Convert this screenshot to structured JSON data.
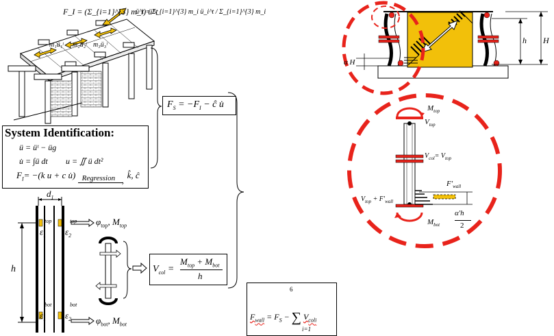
{
  "inertia_force": {
    "fi_formula": "F_I = (Σ_{i=1}^{3} m_i) ü^t",
    "ut_formula": "ü^t = Σ_{i=1}^{3} m_i ü_i^t / Σ_{i=1}^{3} m_i",
    "mass_labels": [
      "m₁ü₁ᵗ",
      "m₂ü₂ᵗ",
      "m₃ü₃ᵗ"
    ]
  },
  "system_identification": {
    "title": "System Identification:",
    "line1": "ü = üᵗ − üg",
    "line2a": "u̇ = ∫ü dt",
    "line2b": "u = ∬ ü dt²",
    "line3_left": "F",
    "line3_sub": "I",
    "line3_right": "= −(k u + c u̇)",
    "line3_arrow_label": "Regression",
    "line3_result": "k̂, ĉ"
  },
  "fs_equation": {
    "lhs": "F",
    "lhs_sub": "S",
    "rhs": "= −F",
    "rhs_sub": "I",
    "rhs_tail": "− ĉ u̇"
  },
  "column_detail": {
    "d1": "d",
    "d1_sub": "1",
    "h": "h",
    "eps1_top": "ε",
    "eps1_top_sub": "1",
    "eps1_top_sup": "top",
    "eps2_top": "ε",
    "eps2_top_sub": "2",
    "eps2_top_sup": "top",
    "eps1_bot": "ε",
    "eps1_bot_sub": "1",
    "eps1_bot_sup": "bot",
    "eps2_bot": "ε",
    "eps2_bot_sub": "2",
    "eps2_bot_sup": "bot",
    "top_output": "φ",
    "top_output_sub": "top",
    "top_output_tail": ", M",
    "top_output_tail_sub": "top",
    "bot_output": "φ",
    "bot_output_sub": "bot",
    "bot_output_tail": ", M",
    "bot_output_tail_sub": "bot"
  },
  "vcol_equation": {
    "lhs": "V",
    "lhs_sub": "col",
    "eq": "=",
    "num": "M",
    "num_sub1": "top",
    "num_mid": " + M",
    "num_sub2": "bot",
    "den": "h"
  },
  "fwall_equation": {
    "upper": "6",
    "lhs": "F",
    "lhs_sub": "wall",
    "mid": "= F",
    "mid_sub": "S",
    "minus": "−",
    "sum": "∑",
    "v": "V",
    "v_sub": "col",
    "v_sub2": "i",
    "lower": "i=1"
  },
  "frame_diagram": {
    "h": "h",
    "H": "H",
    "alphaH": "α H"
  },
  "detail_circle": {
    "m_top": "M",
    "m_top_sub": "top",
    "v_top": "V",
    "v_top_sub": "top",
    "v_col_eq": "V",
    "v_col_sub": "col",
    "v_col_eq_rhs": "= V",
    "v_col_eq_rhs_sub": "top",
    "f_wall": "F'",
    "f_wall_sub": "wall",
    "vtop_fwall": "V",
    "vtop_fwall_sub1": "top",
    "vtop_fwall_mid": " + F'",
    "vtop_fwall_sub2": "wall",
    "m_bot": "M",
    "m_bot_sub": "bot",
    "alpha_h_num": "α'h",
    "alpha_h_den": "2"
  },
  "colors": {
    "red": "#e8231b",
    "yellow": "#f2c00a",
    "orange": "#f0a800",
    "black": "#000000"
  }
}
